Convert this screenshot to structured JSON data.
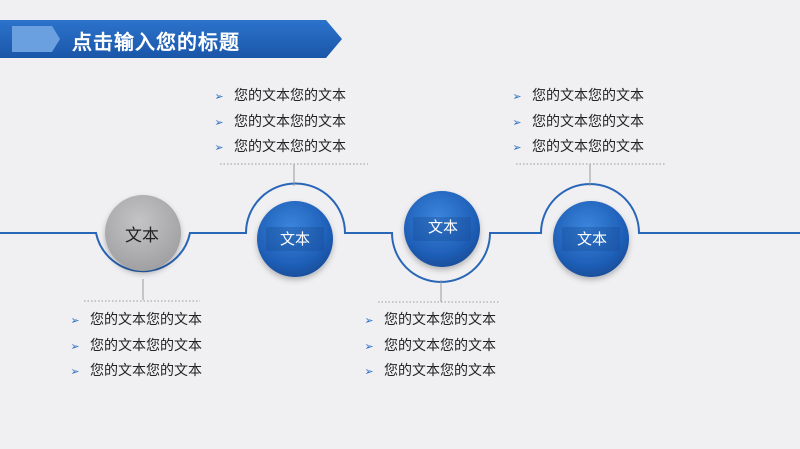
{
  "title": "点击输入您的标题",
  "colors": {
    "blue": "#1f5fb8",
    "blue_dark": "#174a94",
    "grey": "#a9a9ab",
    "line": "#2a66b8"
  },
  "icons": {
    "bullet": "arrow-right-icon"
  },
  "nodes": [
    {
      "label": "文本",
      "style": "grey"
    },
    {
      "label": "文本",
      "style": "blue"
    },
    {
      "label": "文本",
      "style": "blue"
    },
    {
      "label": "文本",
      "style": "blue"
    }
  ],
  "text_groups": [
    {
      "items": [
        "您的文本您的文本",
        "您的文本您的文本",
        "您的文本您的文本"
      ]
    },
    {
      "items": [
        "您的文本您的文本",
        "您的文本您的文本",
        "您的文本您的文本"
      ]
    },
    {
      "items": [
        "您的文本您的文本",
        "您的文本您的文本",
        "您的文本您的文本"
      ]
    },
    {
      "items": [
        "您的文本您的文本",
        "您的文本您的文本",
        "您的文本您的文本"
      ]
    }
  ]
}
